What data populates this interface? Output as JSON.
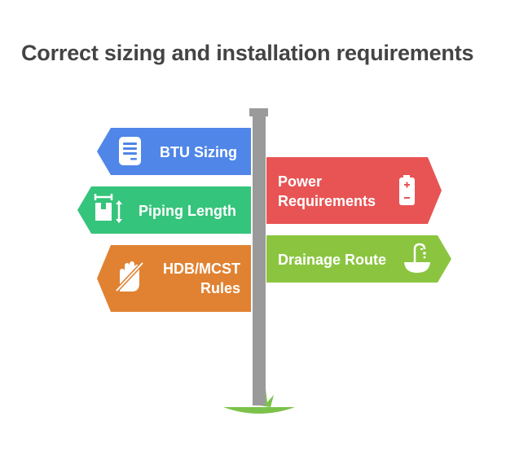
{
  "title": "Correct sizing and installation requirements",
  "signs": {
    "btu": {
      "label": "BTU Sizing",
      "icon": "document-icon",
      "color": "#4f86e8"
    },
    "piping": {
      "label": "Piping Length",
      "icon": "box-dimension-icon",
      "color": "#35c47b"
    },
    "hdb": {
      "label_line1": "HDB/MCST",
      "label_line2": "Rules",
      "icon": "no-hand-icon",
      "color": "#e08232"
    },
    "power": {
      "label_line1": "Power",
      "label_line2": "Requirements",
      "icon": "battery-icon",
      "color": "#e85454"
    },
    "drainage": {
      "label": "Drainage Route",
      "icon": "sink-faucet-icon",
      "color": "#8bc540"
    }
  },
  "colors": {
    "post": "#9a9a9a",
    "grass": "#7cc24a",
    "title": "#444444"
  }
}
